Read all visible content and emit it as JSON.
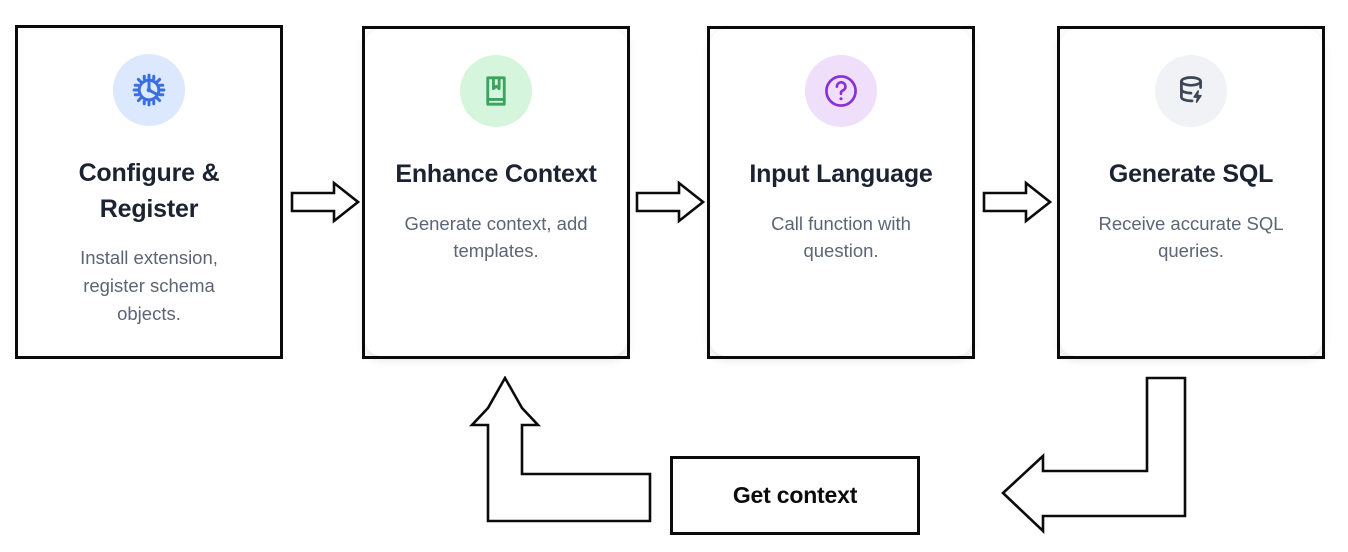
{
  "diagram": {
    "title_text": "",
    "colors": {
      "stroke": "#0b0b0b",
      "card_bg": "#ffffff",
      "title_text": "#1b2230",
      "desc_text": "#5c6575",
      "icon1_bg": "#dbe8fd",
      "icon1_fg": "#3b6fe0",
      "icon2_bg": "#d6f5dd",
      "icon2_fg": "#3da35d",
      "icon3_bg": "#efdffb",
      "icon3_fg": "#8b2fd6",
      "icon4_bg": "#f0f2f5",
      "icon4_fg": "#3c4654"
    },
    "steps": [
      {
        "icon": "gear-settings-icon",
        "title": "Configure & Register",
        "desc": "Install extension, register schema objects."
      },
      {
        "icon": "book-bookmark-icon",
        "title": "Enhance Context",
        "desc": "Generate context, add templates."
      },
      {
        "icon": "question-circle-icon",
        "title": "Input Language",
        "desc": "Call function with question."
      },
      {
        "icon": "database-lightning-icon",
        "title": "Generate SQL",
        "desc": "Receive accurate SQL queries."
      }
    ],
    "flow_arrows": [
      {
        "name": "arrow-step1-to-step2",
        "direction": "right"
      },
      {
        "name": "arrow-step2-to-step3",
        "direction": "right"
      },
      {
        "name": "arrow-step3-to-step4",
        "direction": "right"
      }
    ],
    "feedback": {
      "node_label": "Get context",
      "arrow_from_sql_label": "",
      "arrow_to_context_label": ""
    }
  }
}
